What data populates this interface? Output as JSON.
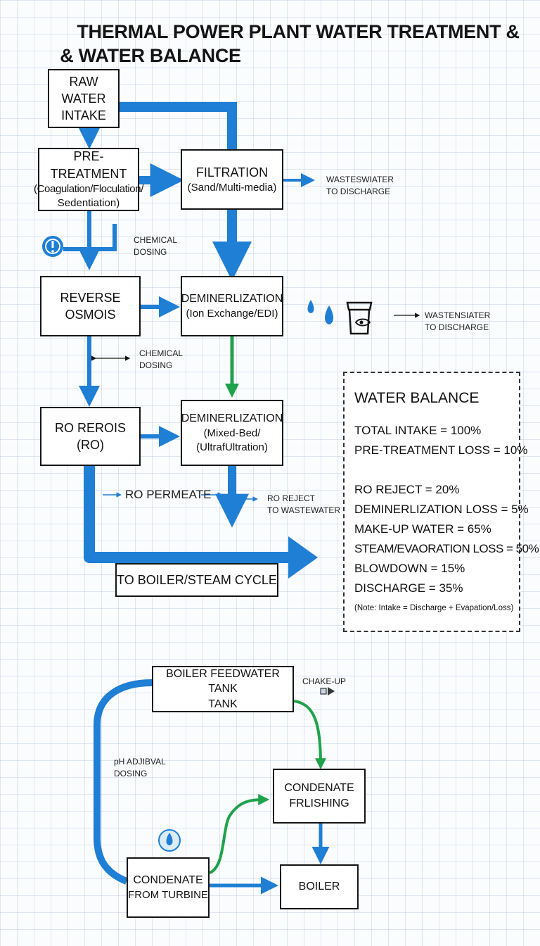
{
  "title": {
    "line1": "THERMAL POWER PLANT WATER TREATMENT &",
    "line2": "& WATER BALANCE"
  },
  "boxes": {
    "raw_intake": [
      "RAW WATER",
      "INTAKE"
    ],
    "pretreatment": [
      "PRE-TREATMENT",
      "(Coagulation/Floculation/",
      "Sedentiation)"
    ],
    "filtration": [
      "FILTRATION",
      "(Sand/Multi-media)"
    ],
    "reverse_osmosis": [
      "REVERSE",
      "OSMOIS"
    ],
    "demin1": [
      "DEMINERLIZATION",
      "(Ion Exchange/EDI)"
    ],
    "ro_rerois": [
      "RO REROIS",
      "(RO)"
    ],
    "demin2": [
      "DEMINERLIZATION",
      "(Mixed-Bed/",
      "(UltrafUltration)"
    ],
    "to_boiler": "TO BOILER/STEAM CYCLE",
    "feedwater_tank": [
      "BOILER FEEDWATER TANK",
      "TANK"
    ],
    "condensate_polishing": [
      "CONDENATE",
      "FRLISHING"
    ],
    "condensate_turbine": [
      "CONDENATE",
      "FROM TURBINE"
    ],
    "boiler": "BOILER"
  },
  "labels": {
    "wastewater1": [
      "WASTESWIATER",
      "TO DISCHARGE"
    ],
    "chemical_dosing1": [
      "CHEMICAL",
      "DOSING"
    ],
    "wastewater2": [
      "WASTENSIATER",
      "TO DISCHARGE"
    ],
    "chemical_dosing2": [
      "CHEMICAL",
      "DOSING"
    ],
    "ro_permeate": "RO PERMEATE",
    "ro_reject": [
      "RO REJECT",
      "TO WASTEWATER"
    ],
    "chake_up": "CHAKE-UP",
    "ph_dosing": [
      "pH ADJIBVAL",
      "DOSING"
    ]
  },
  "water_balance": {
    "title": "WATER BALANCE",
    "rows": [
      "TOTAL INTAKE = 100%",
      "PRE-TREATMENT LOSS = 10%",
      "RO REJECT = 20%",
      "DEMINERLIZATION LOSS = 5%",
      "MAKE-UP WATER = 65%",
      "STEAM/EVAORATION LOSS = 50%",
      "BLOWDOWN = 15%",
      "DISCHARGE = 35%"
    ],
    "note": "(Note: Intake = Discharge + Evapation/Loss)"
  },
  "colors": {
    "blue": "#1e7fd4",
    "green": "#1ea34a",
    "ink": "#151515"
  },
  "icons": [
    "warning-drop-icon",
    "water-drop-icon",
    "water-drop-icon",
    "tank-icon",
    "drop-badge-icon",
    "valve-icon"
  ]
}
